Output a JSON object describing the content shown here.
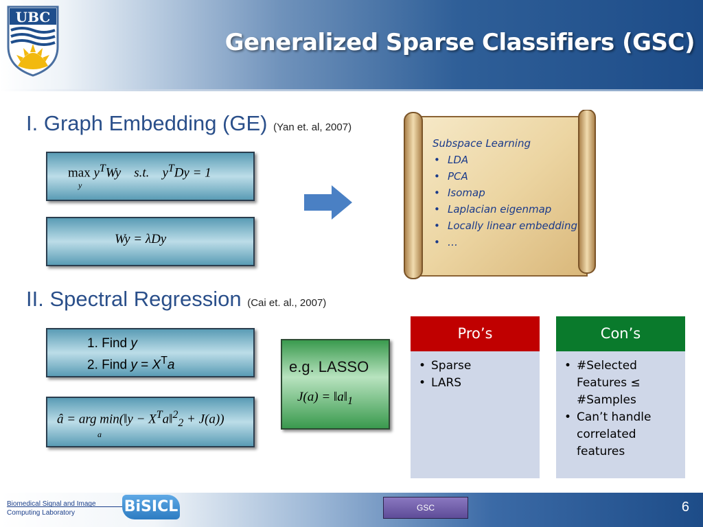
{
  "header": {
    "title": "Generalized Sparse Classifiers (GSC)",
    "logo_text": "UBC"
  },
  "section1": {
    "heading": "I. Graph Embedding (GE)",
    "citation": "(Yan et. al, 2007)"
  },
  "eq1": {
    "max": "max",
    "lhs": "y",
    "lhs_sup": "T",
    "mid": "Wy",
    "st": "s.t.",
    "rhs": "y",
    "rhs_sup": "T",
    "rhs_tail": "Dy = 1",
    "sub": "y"
  },
  "eq2": {
    "text": "Wy = λDy"
  },
  "scroll": {
    "title": "Subspace Learning",
    "items": [
      "LDA",
      "PCA",
      "Isomap",
      "Laplacian eigenmap",
      "Locally linear embedding",
      "…"
    ]
  },
  "section2": {
    "heading": "II. Spectral Regression",
    "citation": "(Cai et. al., 2007)"
  },
  "steps": {
    "step1_prefix": "1.   Find ",
    "step1_var": "y",
    "step2_prefix": "2.   Find ",
    "step2_lhs": "y",
    "step2_eq": " = ",
    "step2_X": "X",
    "step2_sup": "T",
    "step2_a": "a"
  },
  "eq4": {
    "text": "â = arg min(‖y − X",
    "sup": "T",
    "text2": "a‖",
    "sq": "2",
    "sub2": "2",
    "tail": " + J(a))",
    "sub": "a"
  },
  "lasso": {
    "label": "e.g. LASSO",
    "eq_left": "J(a) = ‖a‖",
    "eq_sub": "1"
  },
  "pros": {
    "title": "Pro’s",
    "items": [
      "Sparse",
      "LARS"
    ]
  },
  "cons": {
    "title": "Con’s",
    "items": [
      "#Selected Features ≤ #Samples",
      "Can’t handle correlated features"
    ]
  },
  "footer": {
    "lab_line1": "Biomedical Signal and Image",
    "lab_line2": "Computing Laboratory",
    "lab_logo": "BiSICL",
    "badge": "GSC",
    "page": "6"
  },
  "colors": {
    "pros_header": "#c00000",
    "cons_header": "#0a7a2c",
    "heading_blue": "#2a4f8a"
  }
}
